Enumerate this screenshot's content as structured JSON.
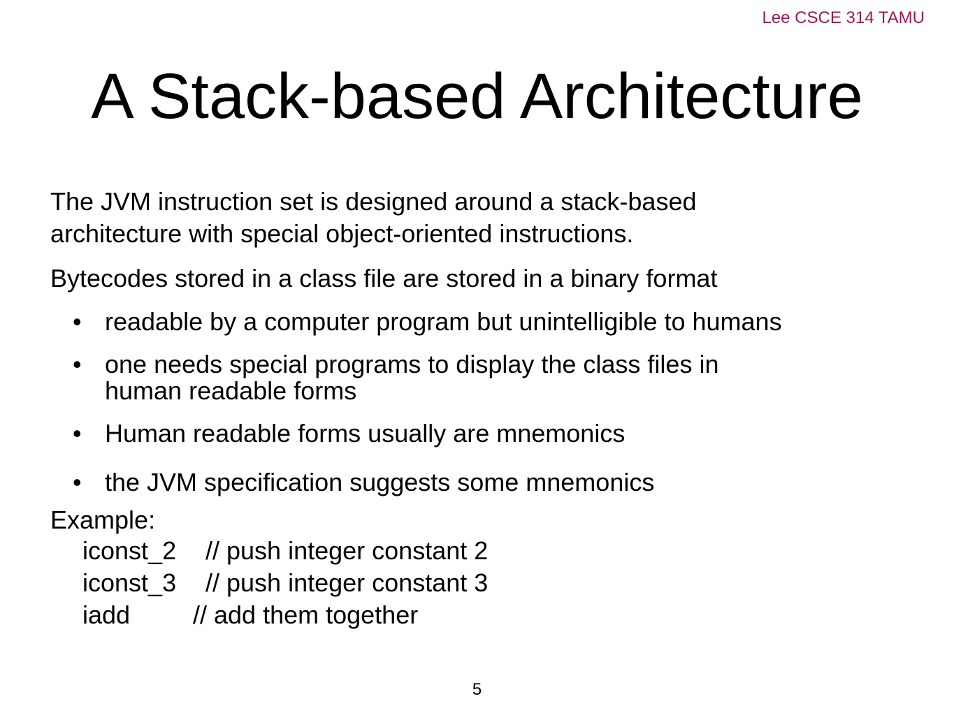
{
  "header": {
    "label": "Lee CSCE 314 TAMU"
  },
  "slide": {
    "title": "A Stack-based Architecture",
    "paragraphs": [
      {
        "lines": [
          "The JVM instruction set is designed around a stack-based",
          "architecture with special object-oriented instructions."
        ]
      },
      {
        "lines": [
          "Bytecodes stored in a class file are stored in a binary format"
        ]
      }
    ],
    "bullets": [
      {
        "lines": [
          "readable by a computer program but unintelligible to humans"
        ]
      },
      {
        "lines": [
          "one needs special programs to display the class files in",
          "human readable forms"
        ]
      },
      {
        "lines": [
          "Human readable forms usually are mnemonics"
        ]
      },
      {
        "lines": [
          "the JVM specification suggests some mnemonics"
        ]
      }
    ],
    "bullet_glyph": "•",
    "example": {
      "label": "Example:",
      "code": [
        {
          "instr": "iconst_2",
          "comment": "// push integer constant 2"
        },
        {
          "instr": "iconst_3",
          "comment": "// push integer constant 3"
        },
        {
          "instr": "iadd",
          "comment": "// add them together"
        }
      ]
    }
  },
  "footer": {
    "page_number": "5"
  },
  "colors": {
    "header_accent": "#9b1b52",
    "text": "#000000",
    "background": "#ffffff"
  }
}
